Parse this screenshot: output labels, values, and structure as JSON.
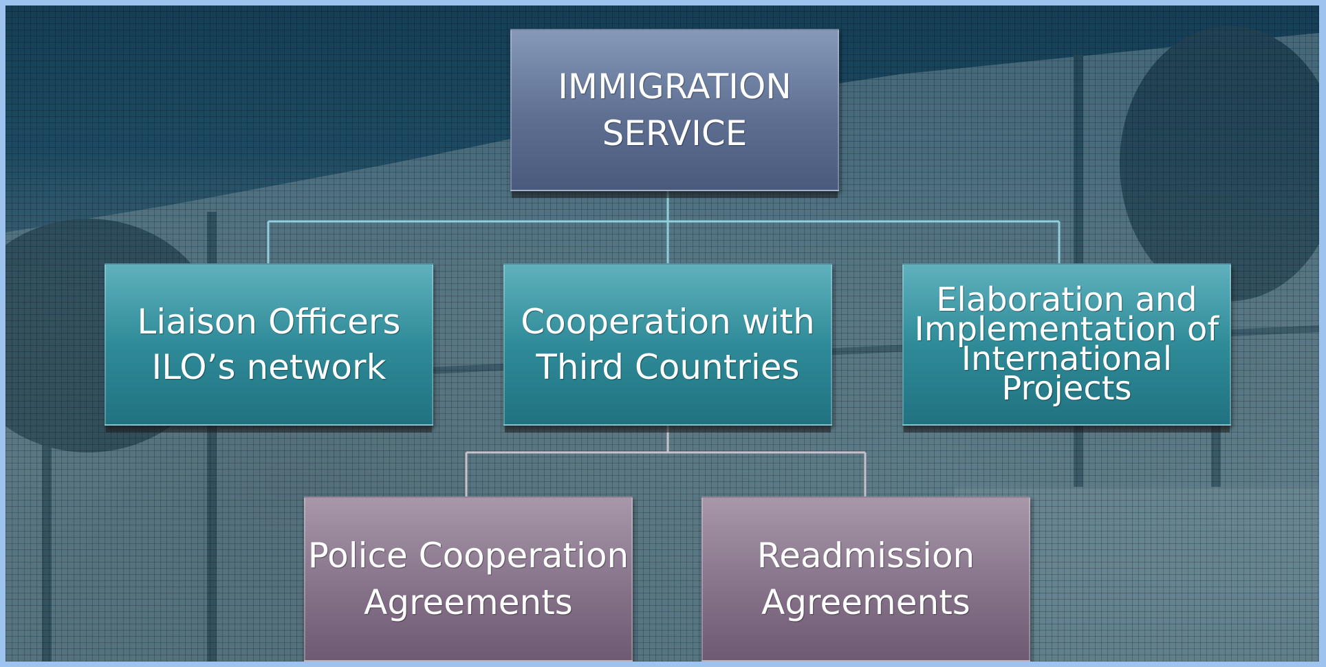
{
  "diagram": {
    "top": {
      "label": "IMMIGRATION\n   SERVICE"
    },
    "middle": [
      {
        "label": "Liaison Officers\nILO’s network"
      },
      {
        "label": "Cooperation with\nThird Countries"
      },
      {
        "label": "Elaboration and\nImplementation of\nInternational\n     Projects"
      }
    ],
    "bottom": [
      {
        "label": "Police Cooperation\n    Agreements"
      },
      {
        "label": "Readmission\n  Agreements"
      }
    ]
  },
  "colors": {
    "top_box": "#5e6f92",
    "middle_box": "#2f8b98",
    "bottom_box": "#86738a",
    "connector": "#8fd0dc",
    "connector_bottom": "#c9c0cc",
    "outer_border": "#9ec3ef"
  }
}
